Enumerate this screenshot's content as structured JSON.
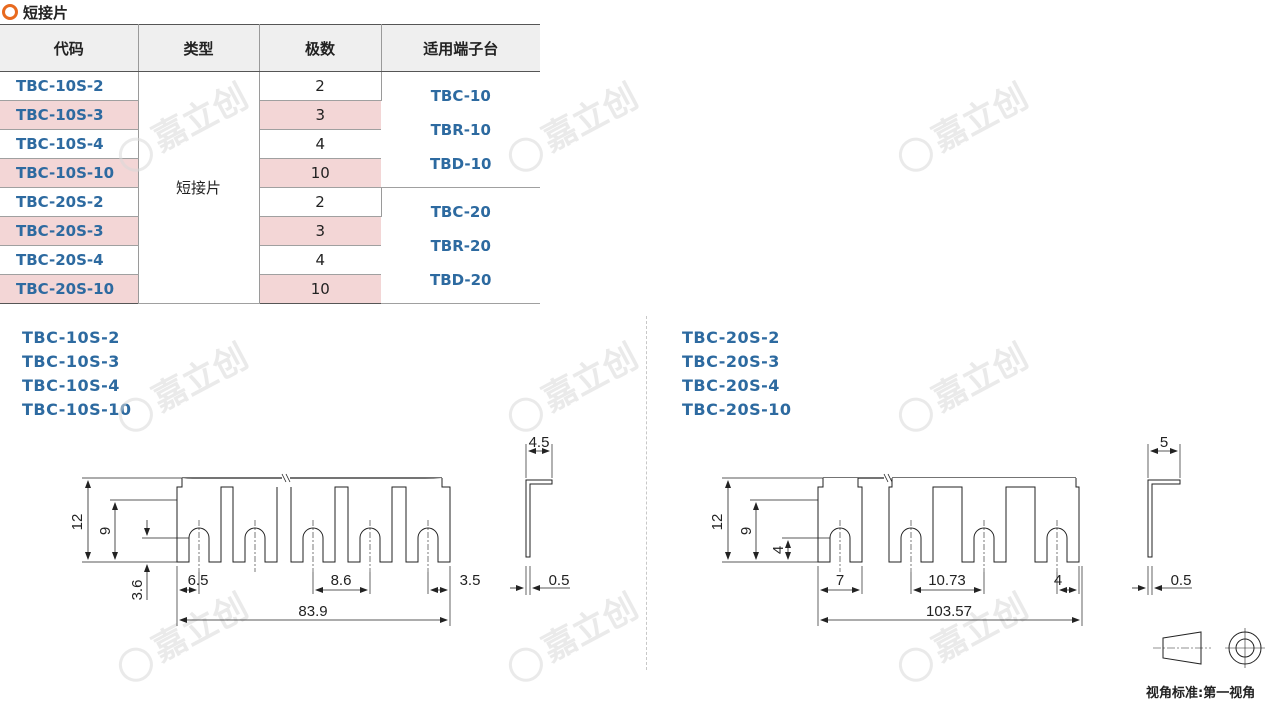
{
  "section": {
    "title": "短接片"
  },
  "table": {
    "headers": [
      "代码",
      "类型",
      "极数",
      "适用端子台"
    ],
    "type_label": "短接片",
    "rows": [
      {
        "code": "TBC-10S-2",
        "poles": "2"
      },
      {
        "code": "TBC-10S-3",
        "poles": "3"
      },
      {
        "code": "TBC-10S-4",
        "poles": "4"
      },
      {
        "code": "TBC-10S-10",
        "poles": "10"
      },
      {
        "code": "TBC-20S-2",
        "poles": "2"
      },
      {
        "code": "TBC-20S-3",
        "poles": "3"
      },
      {
        "code": "TBC-20S-4",
        "poles": "4"
      },
      {
        "code": "TBC-20S-10",
        "poles": "10"
      }
    ],
    "groups": [
      [
        "TBC-10",
        "TBR-10",
        "TBD-10"
      ],
      [
        "TBC-20",
        "TBR-20",
        "TBD-20"
      ]
    ]
  },
  "left_models": [
    "TBC-10S-2",
    "TBC-10S-3",
    "TBC-10S-4",
    "TBC-10S-10"
  ],
  "right_models": [
    "TBC-20S-2",
    "TBC-20S-3",
    "TBC-20S-4",
    "TBC-20S-10"
  ],
  "left_dims": {
    "height": "12",
    "slot": "9",
    "offset": "3.6",
    "first": "6.5",
    "pitch": "8.6",
    "last": "3.5",
    "total": "83.9",
    "side_width": "4.5",
    "thickness": "0.5"
  },
  "right_dims": {
    "height": "12",
    "slot": "9",
    "offset": "4",
    "first": "7",
    "pitch": "10.73",
    "last": "4",
    "total": "103.57",
    "side_width": "5",
    "thickness": "0.5"
  },
  "watermark": "嘉立创",
  "view_note": "视角标准:第一视角",
  "colors": {
    "accent": "#e86a1f",
    "code_blue": "#2d6aa0",
    "row_pink": "#f3d6d6"
  }
}
